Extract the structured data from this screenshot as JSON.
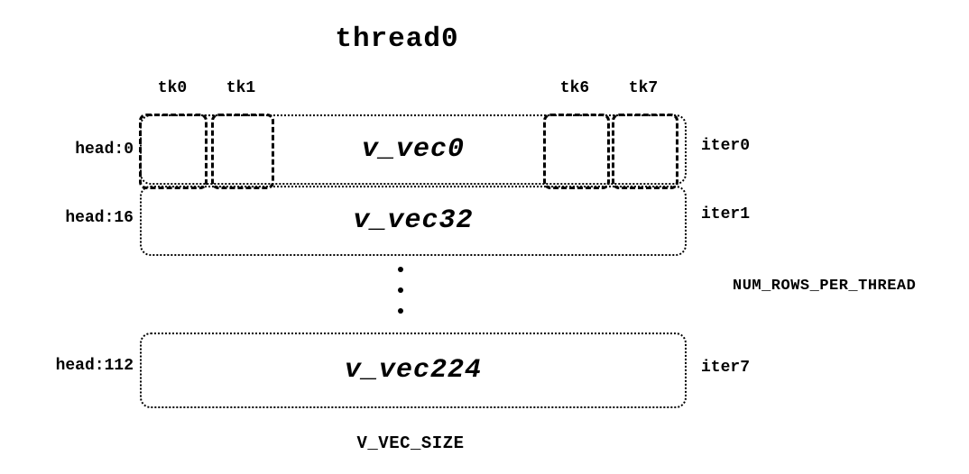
{
  "title": "thread0",
  "tk_labels": [
    "tk0",
    "tk1",
    "tk6",
    "tk7"
  ],
  "rows": [
    {
      "head": "head:0",
      "vec": "v_vec0",
      "iter": "iter0"
    },
    {
      "head": "head:16",
      "vec": "v_vec32",
      "iter": "iter1"
    },
    {
      "head": "head:112",
      "vec": "v_vec224",
      "iter": "iter7"
    }
  ],
  "right_annotation": "NUM_ROWS_PER_THREAD",
  "bottom_label": "V_VEC_SIZE"
}
